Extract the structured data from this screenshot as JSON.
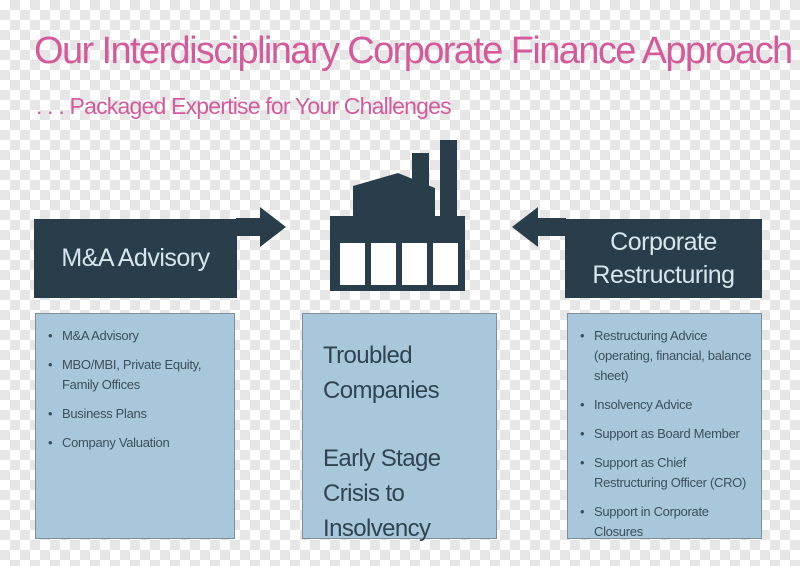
{
  "title": "Our Interdisciplinary Corporate Finance Approach",
  "subtitle": ". . . Packaged Expertise for Your Challenges",
  "colors": {
    "accent": "#d45a9b",
    "dark": "#293e4a",
    "box_fill": "#a9c7db",
    "box_border": "#7f8f99"
  },
  "left": {
    "banner": "M&A Advisory",
    "items": [
      "M&A Advisory",
      "MBO/MBI, Private Equity, Family Offices",
      "Business Plans",
      "Company Valuation"
    ]
  },
  "center": {
    "icon": "factory-icon",
    "lines": [
      "Troubled Companies",
      "Early Stage Crisis to Insolvency"
    ]
  },
  "right": {
    "banner_line1": "Corporate",
    "banner_line2": "Restructuring",
    "items": [
      "Restructuring Advice (operating, financial, balance sheet)",
      "Insolvency Advice",
      "Support as Board Member",
      "Support as Chief Restructuring Officer (CRO)",
      "Support in Corporate Closures"
    ]
  }
}
